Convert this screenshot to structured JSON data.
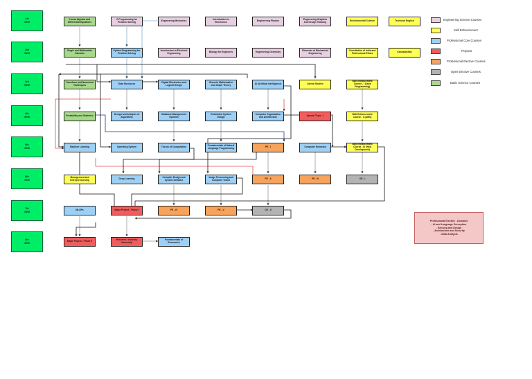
{
  "semesters": [
    {
      "label": "1st",
      "sub": "SEM"
    },
    {
      "label": "2nd",
      "sub": "SEM"
    },
    {
      "label": "3rd",
      "sub": "SEM"
    },
    {
      "label": "4th",
      "sub": "SEM"
    },
    {
      "label": "5th",
      "sub": "SEM"
    },
    {
      "label": "6th",
      "sub": "SEM"
    },
    {
      "label": "7th",
      "sub": "SEM"
    },
    {
      "label": "8th",
      "sub": "SEM"
    }
  ],
  "legend": [
    {
      "label": "Engineering Science Courses",
      "color": "#e6cfe0"
    },
    {
      "label": "Skill Enhancement",
      "color": "#ffff55"
    },
    {
      "label": "Professional Core Courses",
      "color": "#9ecff5"
    },
    {
      "label": "Projects",
      "color": "#f25c5c"
    },
    {
      "label": "Professional Elective Courses",
      "color": "#f7a35c"
    },
    {
      "label": "Open Elective Courses",
      "color": "#b3b3b3"
    },
    {
      "label": "Basic Science Courses",
      "color": "#a8d88c"
    }
  ],
  "note": {
    "title": "Professional Elective - Domains",
    "lines": [
      "- AI and Language Perception",
      "- Sensing and Design",
      "- Architecture and Security",
      "- Data Analysis"
    ]
  },
  "courses": {
    "s1": [
      "Linear Algebra and Differential Equations",
      "C Programming for Problem Solving",
      "Engineering Mechanics",
      "Introduction to Electronics",
      "Engineering Physics",
      "Engineering Graphics and Design Thinking",
      "Environmental Science",
      "Technical English"
    ],
    "s2": [
      "Single and Multivariate Calculus",
      "Python Programming for Problem Solving",
      "Introduction to Electrical Engineering",
      "Biology for Engineers",
      "Engineering Chemistry",
      "Elements of Mechanical Engineering",
      "Constitution of India and Professional Ethics",
      "Kannada Bali"
    ],
    "s3": [
      "Transform and Numerical Techniques",
      "Data Structures",
      "Digital Electronics and Logical Design",
      "Discrete Mathematics and Graph Theory",
      "AI (Artificial Intelligence)",
      "Liberal Studies",
      "Skill Enhancement Course - I (Java Programming)"
    ],
    "s4": [
      "Probability and Statistics",
      "Design and Analysis of Algorithms",
      "Database Management Systems",
      "Embedded System Design",
      "Computer Organization and Architecture",
      "Special Topic - I",
      "Skill Enhancement Course - II (AWS)"
    ],
    "s5": [
      "Machine Learning",
      "Operating System",
      "Theory of Computation",
      "Fundamentals of Natural Language Programming",
      "PE - I",
      "Computer Networks",
      "Skill Enhancement Course - III (Web Development)"
    ],
    "s6": [
      "Management and Entrepreneurship",
      "Deep Learning",
      "Compiler Design and System Software",
      "Image Processing and Computer Vision",
      "PE - II",
      "PE - III",
      "OE - I"
    ],
    "s7": [
      "MLOPs",
      "Major Project - Phase I",
      "PE - IV",
      "PE - V",
      "OE - II"
    ],
    "s8": [
      "Major Project - Phase II",
      "Research / Industry Internship",
      "Fundamentals of Economics"
    ]
  }
}
